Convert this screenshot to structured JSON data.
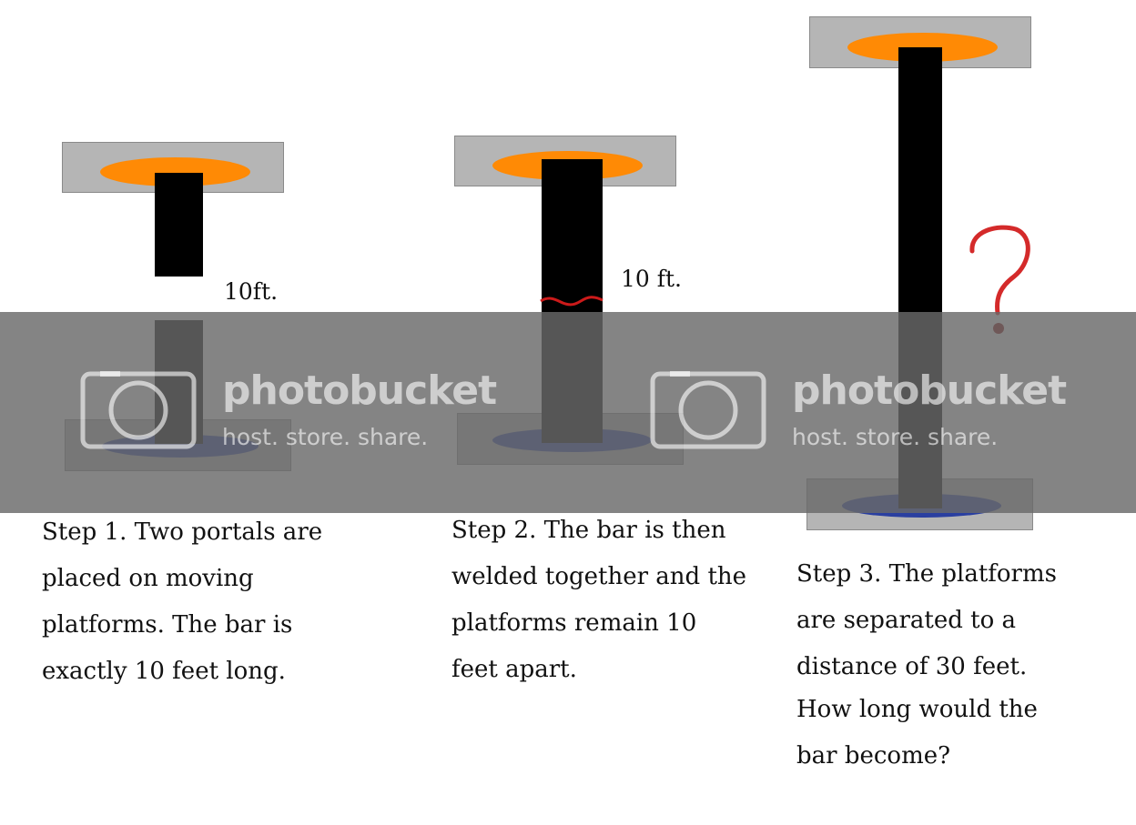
{
  "steps": [
    {
      "measure": "10ft.",
      "caption": [
        "Step 1.  Two portals are",
        "placed on moving",
        "platforms.  The bar is",
        "exactly 10 feet long."
      ]
    },
    {
      "measure": "10 ft.",
      "caption": [
        "Step 2. The bar is then",
        "welded together and the",
        "platforms remain 10",
        "feet apart."
      ]
    },
    {
      "measure": "?",
      "caption": [
        "Step 3. The platforms",
        "are separated to a",
        "distance of 30 feet.",
        "How long would the",
        "bar become?"
      ]
    }
  ],
  "watermark": {
    "brand": "photobucket",
    "tagline": "host. store. share."
  },
  "colors": {
    "portal_orange": "#ff8a05",
    "portal_blue": "#2a3fa0",
    "platform": "#b5b5b5",
    "bar": "#000000",
    "weld": "#cc1a1a",
    "question_mark": "#d42a2a"
  }
}
